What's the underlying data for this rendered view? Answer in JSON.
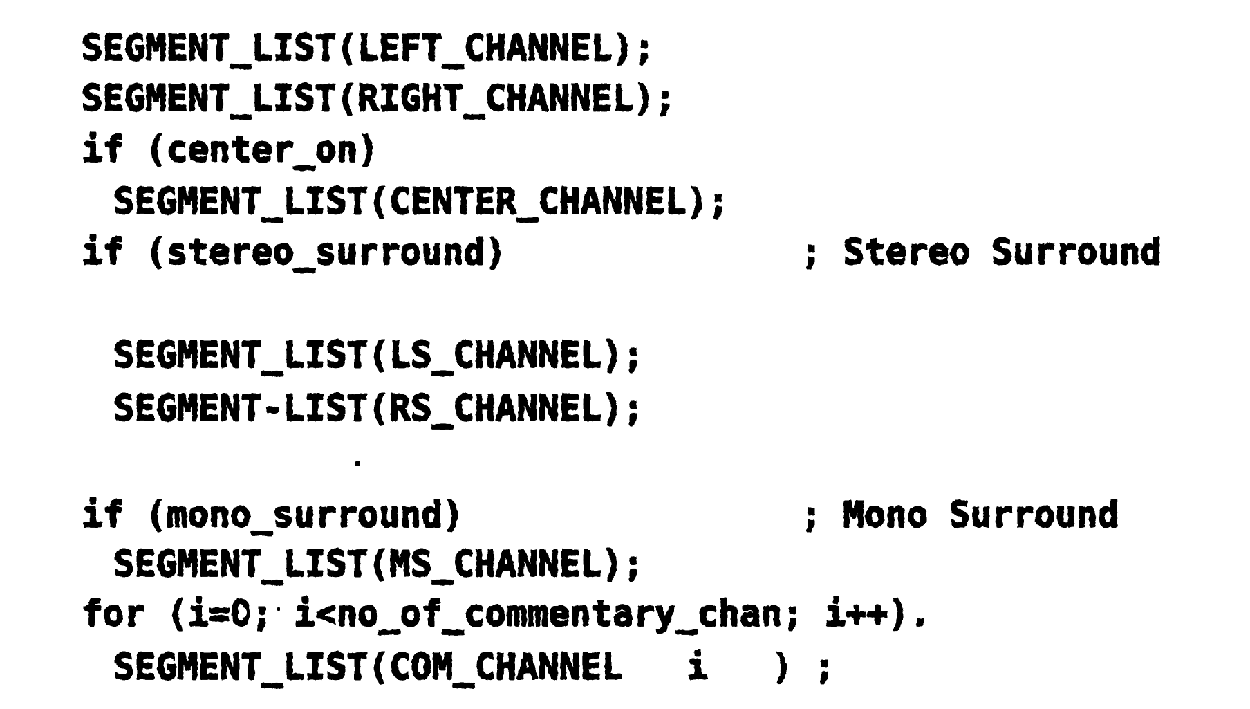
{
  "page": {
    "background_color": "#ffffff",
    "text_color": "#000000",
    "description": "Scanned typewriter pseudo-code listing"
  },
  "listing": {
    "lines": [
      {
        "code": "SEGMENT_LIST(LEFT_CHANNEL);"
      },
      {
        "code": "SEGMENT_LIST(RIGHT_CHANNEL);"
      },
      {
        "code": "if (center_on)"
      },
      {
        "code": "SEGMENT_LIST(CENTER_CHANNEL);"
      },
      {
        "code": "if (stereo_surround)",
        "comment": "; Stereo Surround"
      },
      {
        "code": "SEGMENT_LIST(LS_CHANNEL);"
      },
      {
        "code": "SEGMENT-LIST(RS_CHANNEL);"
      },
      {
        "code": "if (mono_surround)",
        "comment": "; Mono Surround"
      },
      {
        "code": "SEGMENT_LIST(MS_CHANNEL);"
      },
      {
        "code": "for (i=0; i<no_of_commentary_chan; i++)."
      },
      {
        "code": "SEGMENT_LIST(COM_CHANNEL   i   ) ;"
      }
    ]
  }
}
